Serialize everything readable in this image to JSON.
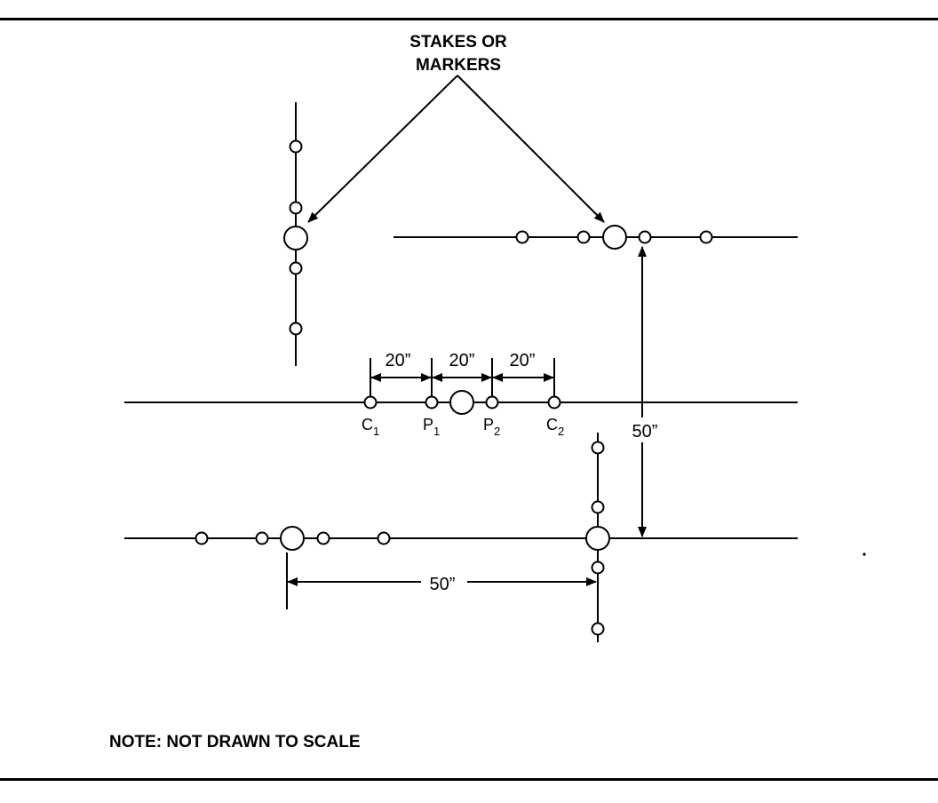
{
  "callout": {
    "line1": "STAKES OR",
    "line2": "MARKERS"
  },
  "dimensions": {
    "c1_p1": "20”",
    "p1_p2": "20”",
    "p2_c2": "20”",
    "vertical_spacing": "50”",
    "horizontal_spacing": "50”"
  },
  "point_labels": {
    "c1": {
      "letter": "C",
      "sub": "1"
    },
    "p1": {
      "letter": "P",
      "sub": "1"
    },
    "p2": {
      "letter": "P",
      "sub": "2"
    },
    "c2": {
      "letter": "C",
      "sub": "2"
    }
  },
  "note": "NOTE: NOT DRAWN TO SCALE",
  "colors": {
    "ink": "#000000",
    "background": "#ffffff"
  }
}
